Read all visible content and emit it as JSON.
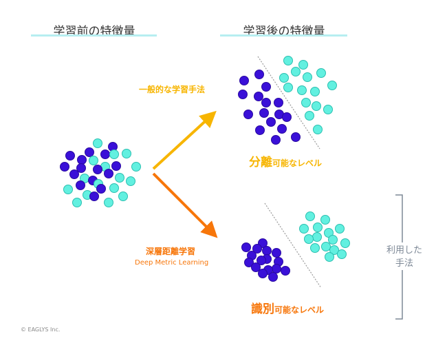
{
  "before": {
    "title": "学習前の特徴量"
  },
  "after": {
    "title": "学習後の特徴量"
  },
  "general_method": {
    "label": "一般的な学習手法",
    "result_strong": "分離",
    "result_rest": "可能なレベル"
  },
  "dml_method": {
    "label_jp": "深層距離学習",
    "label_en": "Deep Metric Learning",
    "result_strong": "識別",
    "result_rest": "可能なレベル"
  },
  "bracket": {
    "line1": "利用した",
    "line2": "手法"
  },
  "copyright": "© EAGLYS Inc.",
  "colors": {
    "class_a": "#3a10d8",
    "class_b": "#62f0e0",
    "general": "#f7b500",
    "dml": "#f7760a",
    "underline": "#b6eef0"
  }
}
